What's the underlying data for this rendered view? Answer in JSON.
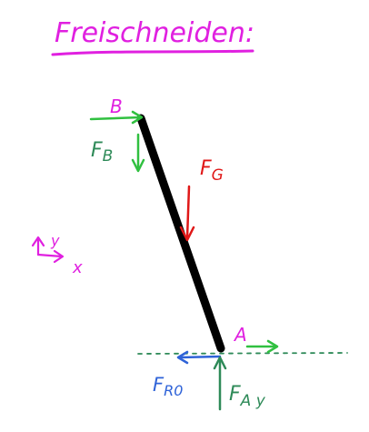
{
  "title": "Freischneiden:",
  "colors": {
    "magenta": "#e020e0",
    "green": "#30c040",
    "red": "#e01818",
    "blue": "#2f63d8",
    "dark_green": "#2e8a58",
    "black": "#000000",
    "ground": "#2e8a58"
  },
  "labels": {
    "point_b": "B",
    "point_a": "A",
    "force_b": "F",
    "force_b_sub": "B",
    "force_g": "F",
    "force_g_sub": "G",
    "force_r0": "F",
    "force_r0_sub": "R0",
    "force_ay": "F",
    "force_ay_sub": "A y",
    "axis_x": "x",
    "axis_y": "y"
  },
  "icons": [
    "coordinate-axes-icon"
  ]
}
